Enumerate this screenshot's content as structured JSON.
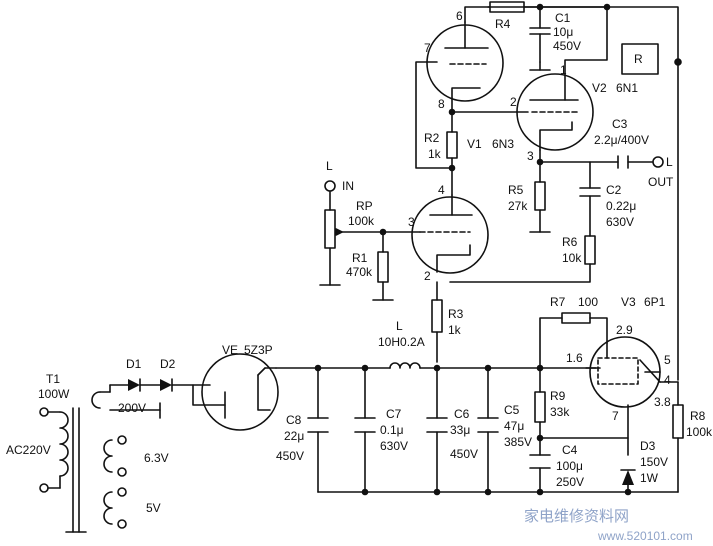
{
  "labels": {
    "pin6": "6",
    "r4": "R4",
    "c1_name": "C1",
    "c1_val": "10μ",
    "c1_v": "450V",
    "pin7": "7",
    "r_box": "R",
    "pin1": "1",
    "v2": "V2",
    "v2_type": "6N1",
    "pin8": "8",
    "pin2a": "2",
    "c3": "C3",
    "c3_val": "2.2μ/400V",
    "r2": "R2",
    "r2_val": "1k",
    "v1": "V1",
    "v1_type": "6N3",
    "pin3a": "3",
    "out_l": "L",
    "out": "OUT",
    "in_l": "L",
    "in": "IN",
    "pin4": "4",
    "r5": "R5",
    "r5_val": "27k",
    "c2": "C2",
    "c2_val": "0.22μ",
    "c2_v": "630V",
    "rp": "RP",
    "rp_val": "100k",
    "pin3b": "3",
    "r1": "R1",
    "r1_val": "470k",
    "r6": "R6",
    "r6_val": "10k",
    "pin2b": "2",
    "r3": "R3",
    "r3_val": "1k",
    "r7": "R7",
    "r7_val": "100",
    "v3": "V3",
    "v3_type": "6P1",
    "ve": "VE",
    "ve_type": "5Z3P",
    "l": "L",
    "l_val": "10H0.2A",
    "pin29": "2.9",
    "pin16": "1.6",
    "pin5": "5",
    "pin4b": "4",
    "t1": "T1",
    "t1_va": "100W",
    "d1": "D1",
    "d2": "D2",
    "v200": "200V",
    "ac": "AC220V",
    "r9": "R9",
    "r9_val": "33k",
    "pin7b": "7",
    "pin38": "3.8",
    "r8": "R8",
    "r8_val": "100k",
    "c8": "C8",
    "c8_val": "22μ",
    "c8_v": "450V",
    "c7": "C7",
    "c7_val": "0.1μ",
    "c7_v": "630V",
    "c6": "C6",
    "c6_val": "33μ",
    "c6_v": "450V",
    "c5": "C5",
    "c5_val": "47μ",
    "c5_v": "385V",
    "c4": "C4",
    "c4_val": "100μ",
    "c4_v": "250V",
    "d3": "D3",
    "d3_val": "150V",
    "d3_w": "1W",
    "v63": "6.3V",
    "v5": "5V"
  },
  "watermark": {
    "cn": "家电维修资料网",
    "url": "www.520101.com"
  }
}
